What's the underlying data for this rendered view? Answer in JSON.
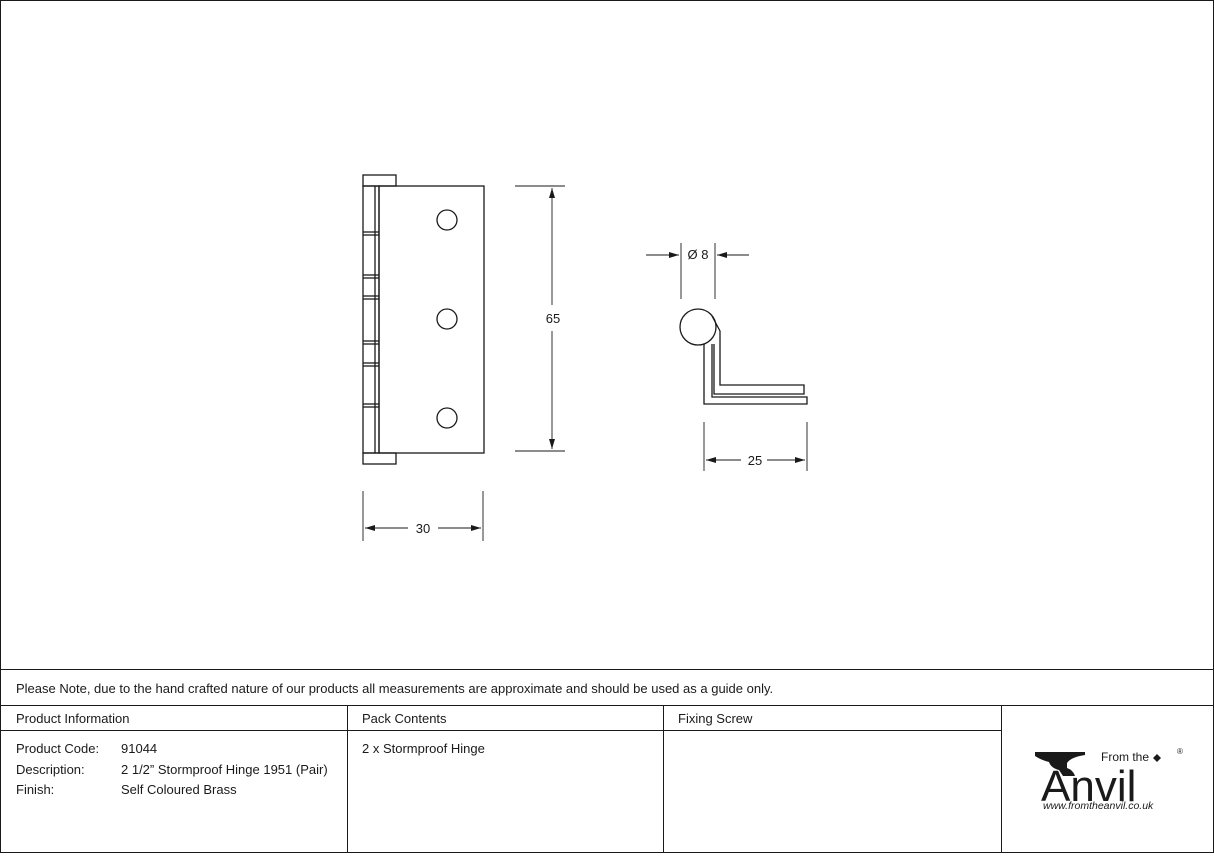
{
  "dimensions": {
    "height": "65",
    "width": "30",
    "knuckle_diameter": "Ø 8",
    "leaf_length": "25"
  },
  "note": "Please Note, due to the hand crafted nature of our products all measurements are approximate and should be used as a guide only.",
  "product_info": {
    "heading": "Product Information",
    "rows": [
      {
        "label": "Product Code:",
        "value": "91044"
      },
      {
        "label": "Description:",
        "value": "2 1/2” Stormproof Hinge 1951 (Pair)"
      },
      {
        "label": "Finish:",
        "value": "Self Coloured Brass"
      }
    ]
  },
  "pack_contents": {
    "heading": "Pack Contents",
    "items": [
      "2 x Stormproof Hinge"
    ]
  },
  "fixing_screw": {
    "heading": "Fixing Screw",
    "items": []
  },
  "logo": {
    "from_the": "From the",
    "brand": "Anvil",
    "registered": "®",
    "url": "www.fromtheanvil.co.uk"
  }
}
